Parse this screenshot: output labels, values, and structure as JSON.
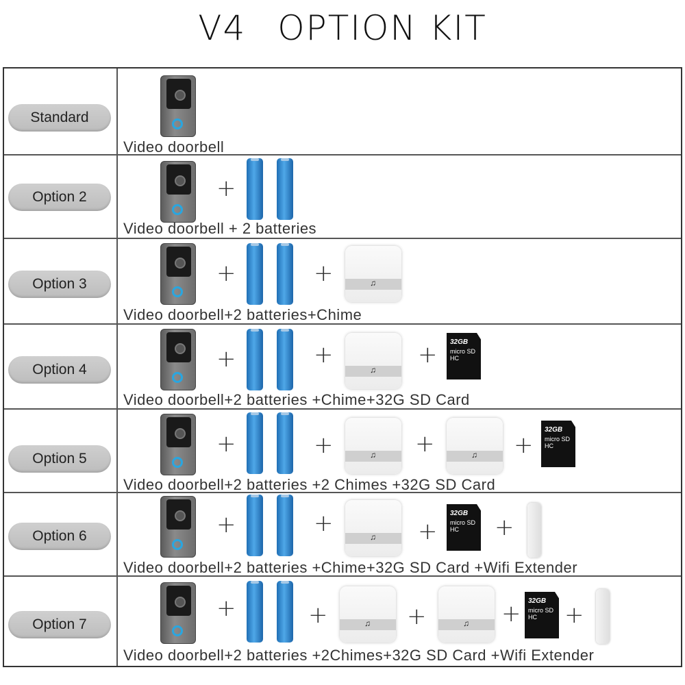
{
  "title": {
    "part1": "V4",
    "part2": "OPTION",
    "part3": "KIT"
  },
  "rows": [
    {
      "label": "Standard",
      "caption": "Video doorbell"
    },
    {
      "label": "Option 2",
      "caption": "Video doorbell + 2 batteries"
    },
    {
      "label": "Option 3",
      "caption": "Video doorbell+2 batteries+Chime"
    },
    {
      "label": "Option 4",
      "caption": "Video doorbell+2 batteries +Chime+32G SD Card"
    },
    {
      "label": "Option 5",
      "caption": "Video doorbell+2 batteries +2 Chimes +32G SD Card"
    },
    {
      "label": "Option 6",
      "caption": "Video doorbell+2 batteries +Chime+32G SD Card +Wifi Extender"
    },
    {
      "label": "Option 7",
      "caption": "Video doorbell+2 batteries +2Chimes+32G SD Card +Wifi Extender"
    }
  ],
  "sd_card": {
    "size": "32GB",
    "brand": "micro SD HC"
  },
  "icons": [
    "doorbell-icon",
    "battery-icon",
    "chime-icon",
    "sd-card-icon",
    "wifi-extender-icon",
    "plus-icon"
  ]
}
